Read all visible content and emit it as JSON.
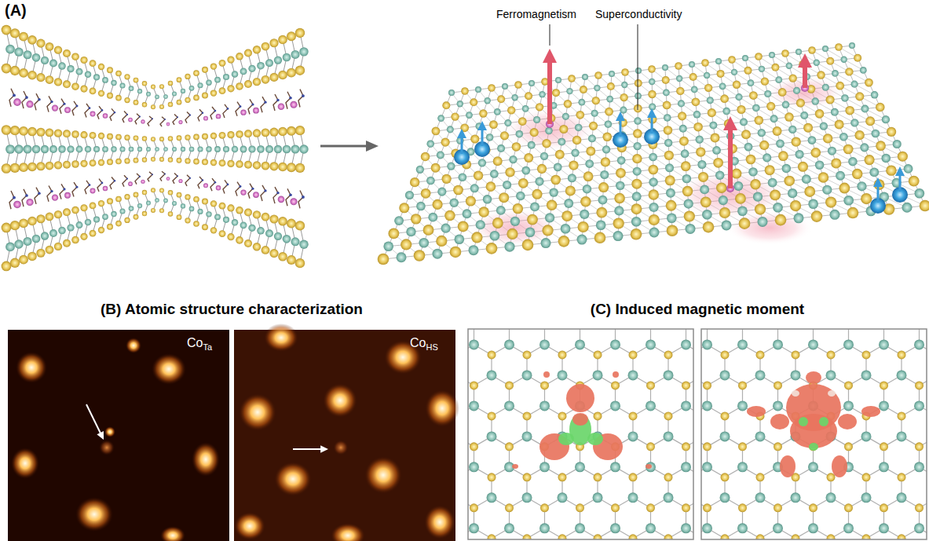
{
  "diagram": {
    "labels": [
      "(A)",
      "Ferromagnetism",
      "Superconductivity",
      "(B) Atomic structure characterization",
      "Co",
      "Ta",
      "Co",
      "HS",
      "(C) Induced magnetic moment"
    ]
  }
}
